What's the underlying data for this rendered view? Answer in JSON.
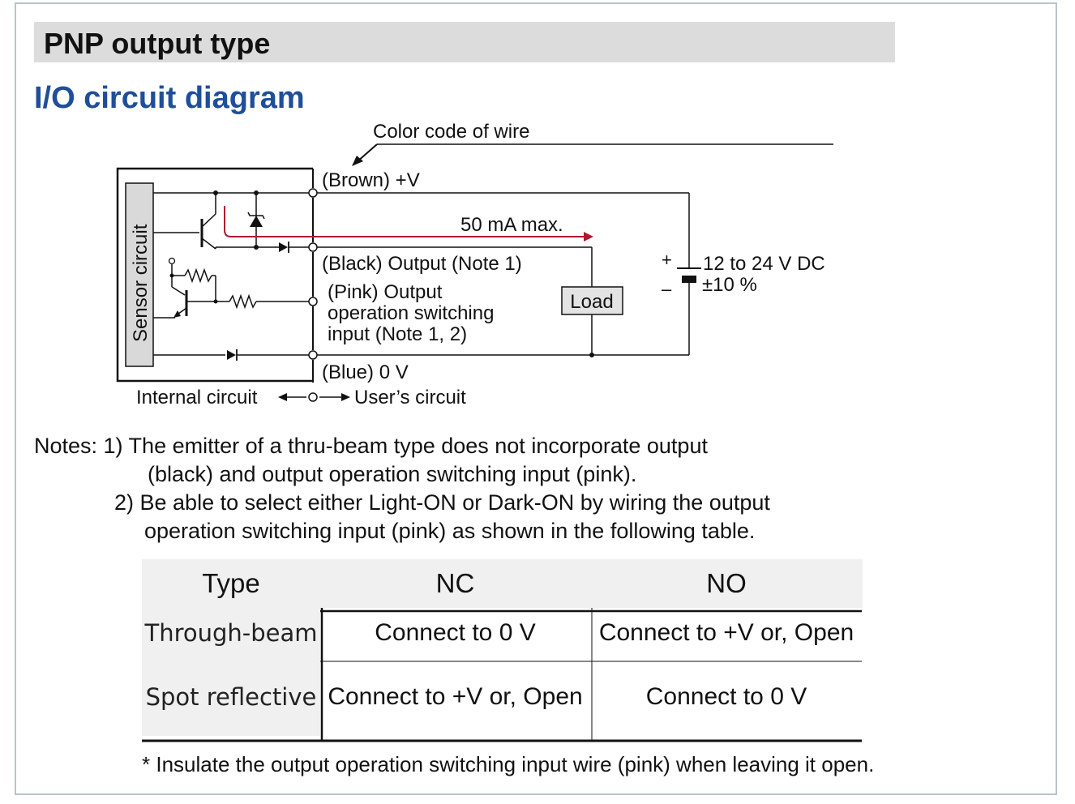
{
  "header": {
    "title": "PNP output type"
  },
  "section": {
    "title": "I/O circuit diagram"
  },
  "diagram": {
    "color_code_label": "Color code of wire",
    "brown_label": "(Brown) +V",
    "black_label": "(Black) Output  (Note 1)",
    "pink_label_1": "(Pink) Output",
    "pink_label_2": "operation switching",
    "pink_label_3": "input (Note 1, 2)",
    "blue_label": "(Blue) 0 V",
    "current_label": "50 mA max.",
    "load_label": "Load",
    "supply_label_1": "12 to 24 V DC",
    "supply_label_2": "±10 %",
    "plus_sign": "+",
    "minus_sign": "–",
    "sensor_label": "Sensor circuit",
    "internal_label": "Internal circuit",
    "user_label": "User’s circuit",
    "accent_color": "#b0182e",
    "title_color": "#1f4e9a"
  },
  "notes": {
    "prefix": "Notes: 1) The emitter of a thru-beam type does not incorporate output",
    "note1_cont": "(black) and output operation switching input (pink).",
    "note2_line1": "2) Be able to select either Light-ON or Dark-ON by wiring the output",
    "note2_line2": "operation switching input (pink) as shown in the following table."
  },
  "table": {
    "headers": [
      "Type",
      "NC",
      "NO"
    ],
    "rows": [
      [
        "Through-beam",
        "Connect to 0 V",
        "Connect to +V or, Open"
      ],
      [
        "Spot reflective",
        "Connect to +V or, Open",
        "Connect to 0 V"
      ]
    ]
  },
  "footnote": "* Insulate the output operation switching input wire (pink) when leaving it open."
}
